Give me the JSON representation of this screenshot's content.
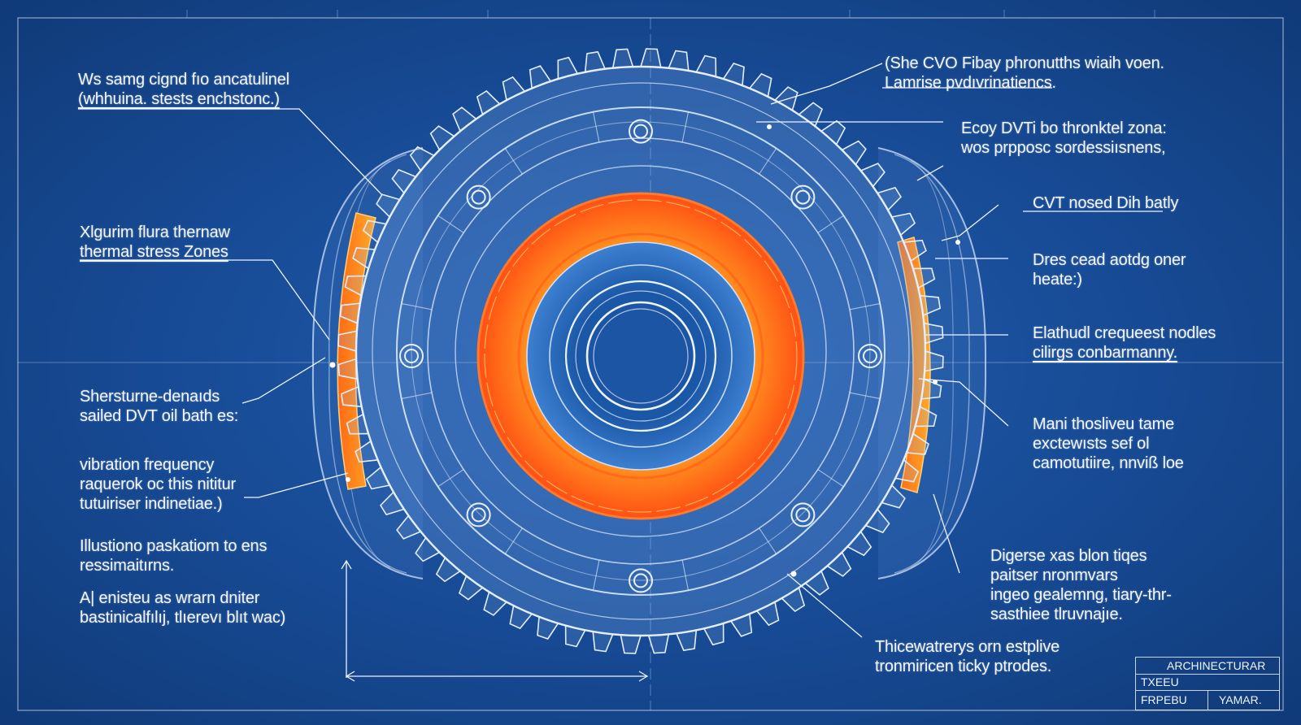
{
  "colors": {
    "background": "#174a94",
    "line": "#dfe9ff",
    "hot_outer": "#ff5a1a",
    "hot_mid": "#ff8a1e",
    "hot_inner": "#ffd23a"
  },
  "labels": {
    "top_left": [
      "Ws samg cignd fıo ancatulinel",
      "(whhuina. stests enchstonc.)"
    ],
    "thermal": [
      "Xlgurim flura thernaw",
      "thermal stress Zones"
    ],
    "oil_bath": [
      "Shersturne-denaıds",
      "sailed DVT oil bath es:"
    ],
    "vibration": [
      "vibration frequency",
      "raquerok oc this nititur",
      "tutuiriser indinetiae.)"
    ],
    "illusion": [
      "Illustiono paskatiom to ens",
      "ressimaitırns."
    ],
    "bastinical": [
      "A| enisteu as wrarn dniter",
      "bastinicalfılıj, tlıerevı blıt wac)"
    ],
    "top_right": [
      "(She CVO Fibay phronutths wiaih voen.",
      "Lamrise pvdıvrinatiencs."
    ],
    "zone": [
      "Ecoy DVTi bo thronktel zona:",
      "wos prpposc sordessiısnens,"
    ],
    "cvt": [
      "CVT nosed Dih batly"
    ],
    "dres": [
      "Dres cead aotdg oner",
      "heate:)"
    ],
    "elahuol": [
      "Elathudl crequeest nodles",
      "cilirgs conbarmanny."
    ],
    "mani": [
      "Mani thosliveu tame",
      "exctewısts sef ol",
      "camotutiire, nnviß loe"
    ],
    "digerse": [
      "Digerse xas blon tiqes",
      "paitser nronmvars",
      "ingeo gealemng, tiary-thr-",
      "sasthiee tlruvnajıe."
    ],
    "thicewatrerys": [
      "Thicewatrerys orn estplive",
      "tronmiricen ticky ptrodes."
    ]
  },
  "title_block": {
    "header": "ARCHINECTURAR",
    "field": "TXEEU",
    "left": "FRPEBU",
    "right": "YAMAR."
  }
}
